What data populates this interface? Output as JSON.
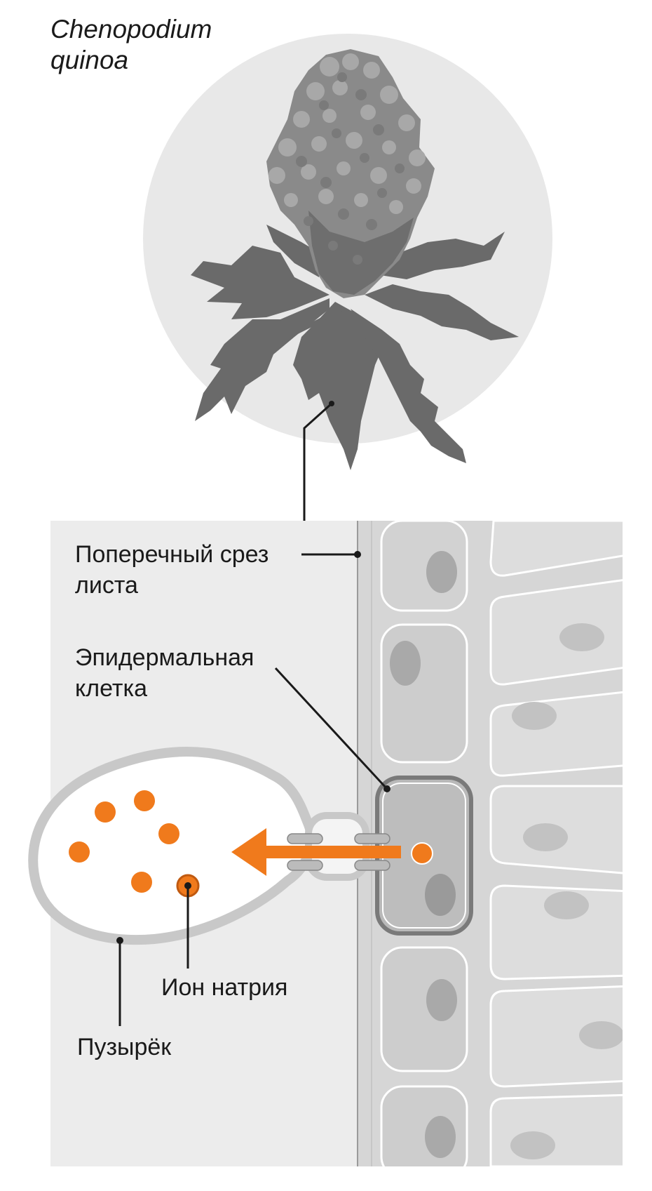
{
  "species": {
    "genus": "Chenopodium",
    "epithet": "quinoa"
  },
  "labels": {
    "cross_section": {
      "line1": "Поперечный срез",
      "line2": "листа"
    },
    "epidermal_cell": {
      "line1": "Эпидермальная",
      "line2": "клетка"
    },
    "sodium_ion": "Ион натрия",
    "bladder": "Пузырёк"
  },
  "colors": {
    "accent": "#f07a1c",
    "panel": "#ececec",
    "plant": "#6b6b6b",
    "circle": "#e8e8e8"
  },
  "icons": {
    "plant": "quinoa-plant-illustration"
  }
}
